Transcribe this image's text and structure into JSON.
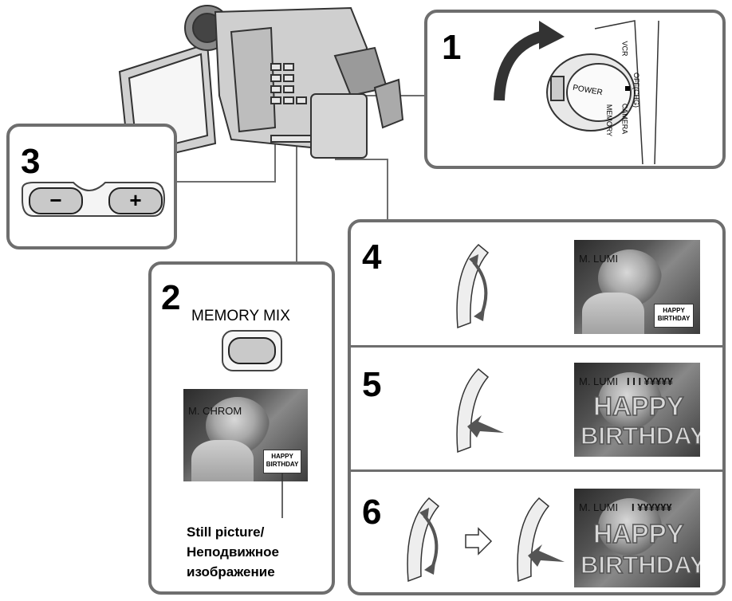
{
  "steps": {
    "s1": "1",
    "s2": "2",
    "s3": "3",
    "s4": "4",
    "s5": "5",
    "s6": "6"
  },
  "dial": {
    "power": "POWER",
    "vcr": "VCR",
    "off_chg": "OFF(CHG)",
    "camera": "CAMERA",
    "memory": "MEMORY"
  },
  "step2": {
    "button_label": "MEMORY MIX",
    "osd_mode": "M. CHROM",
    "card_line1": "HAPPY",
    "card_line2": "BIRTHDAY",
    "caption_en": "Still picture/",
    "caption_ru_1": "Неподвижное",
    "caption_ru_2": "изображение"
  },
  "step3": {
    "minus": "−",
    "plus": "+"
  },
  "step4": {
    "osd_mode": "M. LUMI",
    "card_line1": "HAPPY",
    "card_line2": "BIRTHDAY"
  },
  "step5": {
    "osd_mode": "M. LUMI",
    "osd_level": "I I I ¥¥¥¥¥",
    "big_line1": "HAPPY",
    "big_line2": "BIRTHDAY"
  },
  "step6": {
    "osd_mode": "M. LUMI",
    "osd_level": "I ¥¥¥¥¥¥",
    "big_line1": "HAPPY",
    "big_line2": "BIRTHDAY"
  }
}
